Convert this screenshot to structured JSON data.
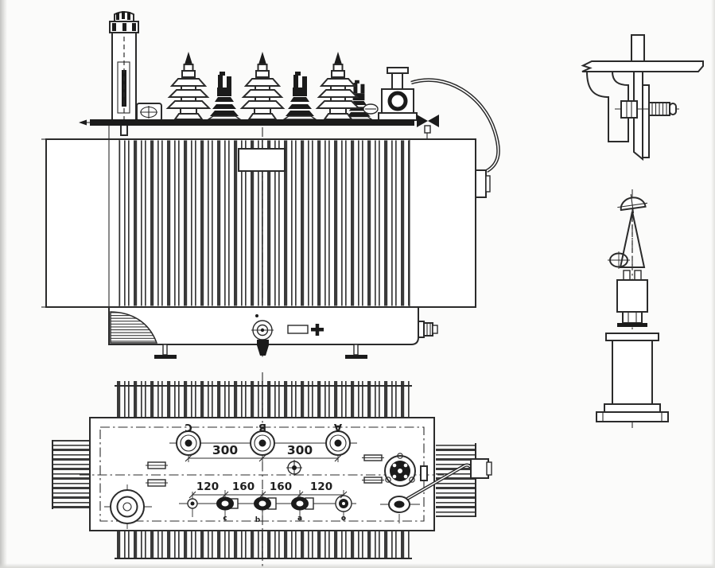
{
  "colors": {
    "line": "#2b2b2b",
    "dark": "#1b1b1b",
    "background": "#fbfbfa",
    "dim_text": "#1f1f1f"
  },
  "plan_view": {
    "hv_labels": [
      "C",
      "B",
      "A"
    ],
    "hv_dims": [
      "300",
      "300"
    ],
    "lv_labels": [
      "c",
      "b",
      "a",
      "o"
    ],
    "lv_dims": [
      "120",
      "160",
      "160",
      "120"
    ]
  }
}
